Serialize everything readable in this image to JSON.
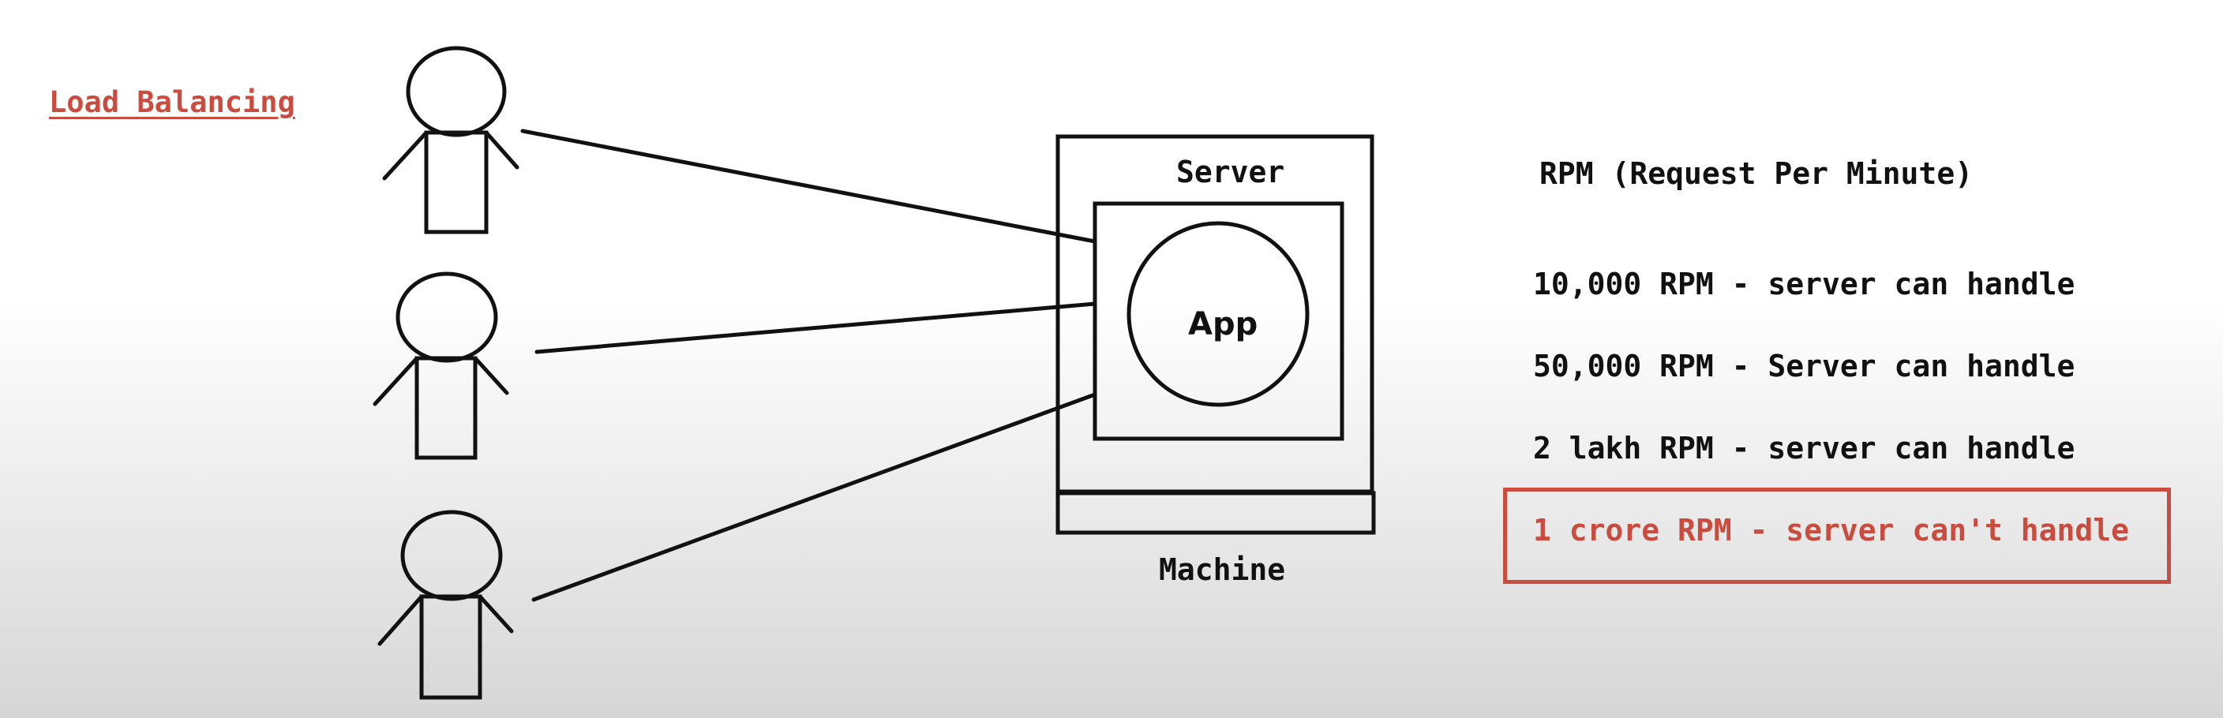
{
  "title": "Load Balancing",
  "diagram": {
    "server_label": "Server",
    "app_label": "App",
    "machine_label": "Machine",
    "user_count": 3
  },
  "rpm": {
    "heading": "RPM (Request Per Minute)",
    "lines": [
      "10,000 RPM - server can handle",
      "50,000 RPM - Server can handle",
      "2 lakh RPM - server can handle"
    ],
    "highlight": "1 crore RPM - server can't handle"
  },
  "colors": {
    "accent": "#c94c3f",
    "ink": "#111111"
  }
}
